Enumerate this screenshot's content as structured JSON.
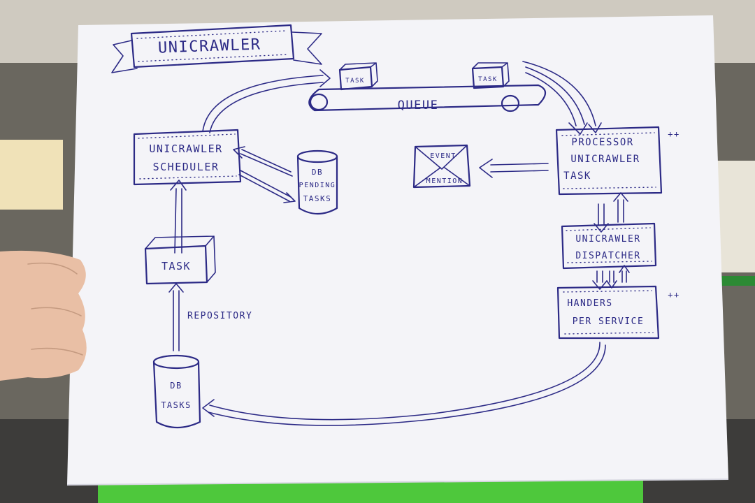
{
  "diagram": {
    "title": "UNICRAWLER",
    "queue": {
      "label": "QUEUE",
      "task_labels": [
        "TASK",
        "TASK"
      ]
    },
    "scheduler": {
      "line1": "UNICRAWLER",
      "line2": "SCHEDULER"
    },
    "db_pending": {
      "line1": "DB",
      "line2": "PENDING",
      "line3": "TASKS"
    },
    "task_box": {
      "label": "TASK"
    },
    "repository_label": "REPOSITORY",
    "db_tasks": {
      "line1": "DB",
      "line2": "TASKS"
    },
    "processor": {
      "line1": "PROCESSOR",
      "line2": "UNICRAWLER",
      "line3": "TASK",
      "marker": "++"
    },
    "event": {
      "line1": "EVENT",
      "line2": "MENTION"
    },
    "dispatcher": {
      "line1": "UNICRAWLER",
      "line2": "DISPATCHER"
    },
    "handlers": {
      "line1": "HANDERS",
      "line2": "PER SERVICE",
      "marker": "++"
    }
  },
  "colors": {
    "ink": "#2c2a86",
    "paper": "#f4f4f8",
    "hand": "#e9bfa5",
    "shirt": "#4ec83c"
  }
}
